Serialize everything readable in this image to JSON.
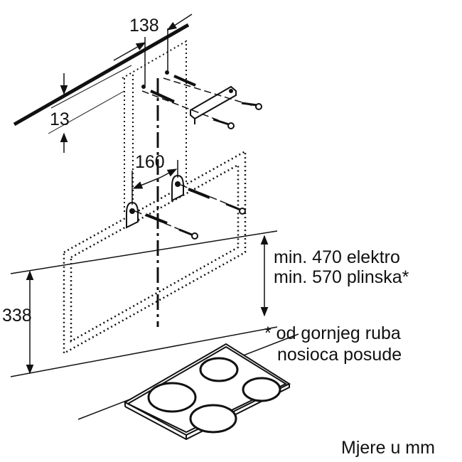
{
  "dimensions": {
    "bracket_spacing": "138",
    "bracket_offset": "13",
    "hole_spacing": "160",
    "hood_height": "338"
  },
  "notes": {
    "min_electric": "min. 470 elektro",
    "min_gas": "min. 570 plinska*",
    "footnote_line1": "* od gornjeg ruba",
    "footnote_line2": "nosioca posude",
    "units": "Mjere u mm"
  }
}
